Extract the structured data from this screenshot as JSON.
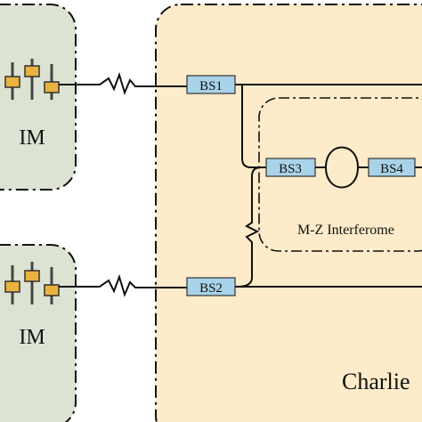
{
  "im_top": {
    "label": "IM"
  },
  "im_bottom": {
    "label": "IM"
  },
  "charlie": {
    "label": "Charlie"
  },
  "bs1": {
    "label": "BS1"
  },
  "bs2": {
    "label": "BS2"
  },
  "bs3": {
    "label": "BS3"
  },
  "bs4": {
    "label": "BS4"
  },
  "mz": {
    "label": "M-Z Interferome"
  },
  "colors": {
    "im_fill": "#dce3d2",
    "charlie_fill": "#fdebc9",
    "bs_fill": "#a9d3e8",
    "fader_knob": "#e9b340"
  }
}
